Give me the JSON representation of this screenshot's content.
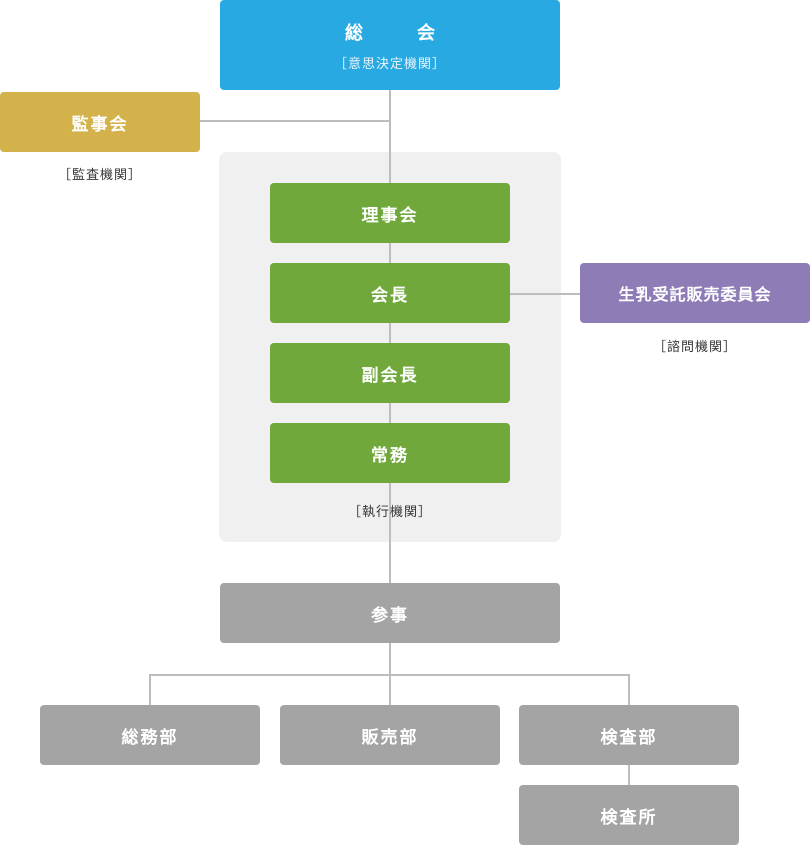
{
  "nodes": {
    "sokai": {
      "label": "総　会",
      "sublabel": "［意思決定機関］"
    },
    "kansakai": {
      "label": "監事会",
      "sublabel": "［監査機関］"
    },
    "rijikai": {
      "label": "理事会"
    },
    "kaicho": {
      "label": "会長"
    },
    "fukukaicho": {
      "label": "副会長"
    },
    "jomu": {
      "label": "常務"
    },
    "executive_sublabel": "［執行機関］",
    "iinkai": {
      "label": "生乳受託販売委員会",
      "sublabel": "［諮問機関］"
    },
    "sanji": {
      "label": "参事"
    },
    "somubu": {
      "label": "総務部"
    },
    "hanbaibu": {
      "label": "販売部"
    },
    "kensabu": {
      "label": "検査部"
    },
    "kensasho": {
      "label": "検査所"
    }
  },
  "colors": {
    "blue": "#29a9e1",
    "gold": "#d3b24b",
    "green": "#70a83b",
    "purple": "#8e7cb6",
    "gray": "#a4a4a4",
    "panel": "#f0f0f0",
    "line": "#bdbdbd"
  }
}
